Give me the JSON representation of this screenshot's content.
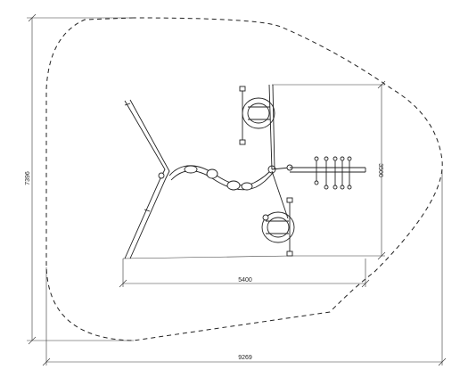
{
  "dimensions": {
    "overall_width": "9269",
    "overall_height": "7396",
    "equipment_width": "5400",
    "equipment_height": "3500"
  }
}
